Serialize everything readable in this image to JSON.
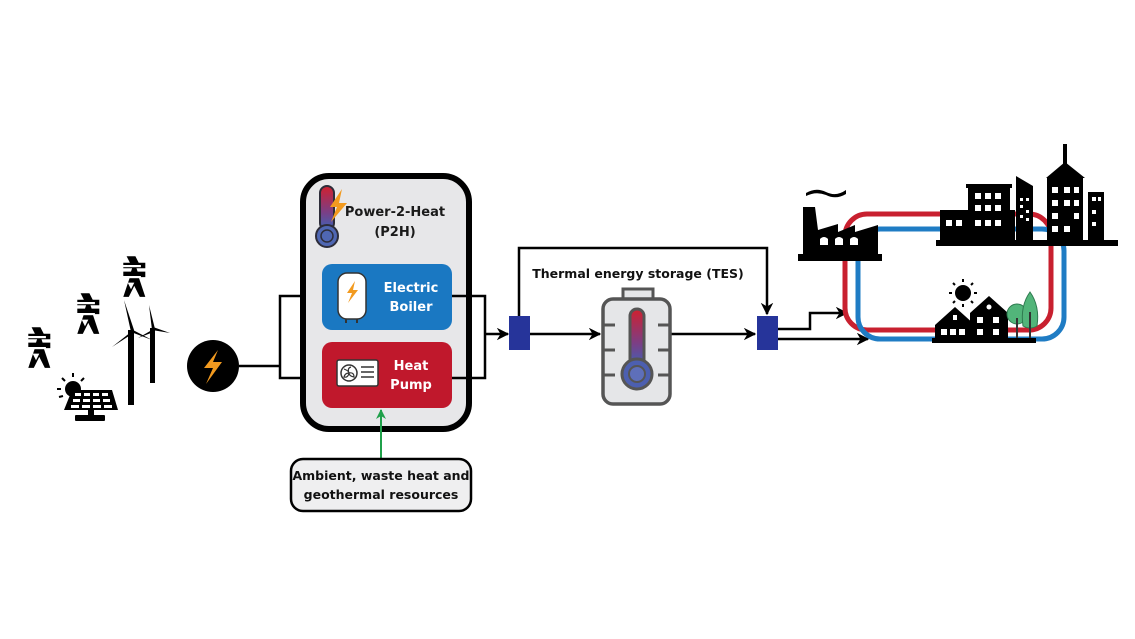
{
  "title": "Power-2-Heat district heating system",
  "colors": {
    "black": "#000000",
    "boiler_blue": "#1a78c2",
    "heat_pump_red": "#c0182c",
    "p2h_panel_gray": "#e7e7e9",
    "tes_fill": "#e5e6e8",
    "tes_outline": "#555555",
    "junction_blue": "#26349a",
    "bolt_orange": "#f29a1f",
    "supply_red": "#c8202f",
    "return_blue": "#1f7cc4",
    "ambient_arrow_green": "#1fa04a",
    "tree_green": "#52b57a"
  },
  "sources": {
    "items": [
      "transmission-tower",
      "transmission-tower",
      "transmission-tower",
      "wind-turbine",
      "wind-turbine",
      "solar-panel"
    ],
    "grid_node_icon": "lightning-bolt"
  },
  "p2h": {
    "title_line1": "Power-2-Heat",
    "title_line2": "(P2H)",
    "boiler": {
      "line1": "Electric",
      "line2": "Boiler"
    },
    "heat_pump": {
      "line1": "Heat",
      "line2": "Pump"
    }
  },
  "ambient": {
    "line1": "Ambient, waste heat and",
    "line2": "geothermal resources"
  },
  "tes": {
    "label": "Thermal energy storage (TES)"
  },
  "consumers": [
    "factory",
    "city-buildings",
    "houses",
    "trees"
  ]
}
